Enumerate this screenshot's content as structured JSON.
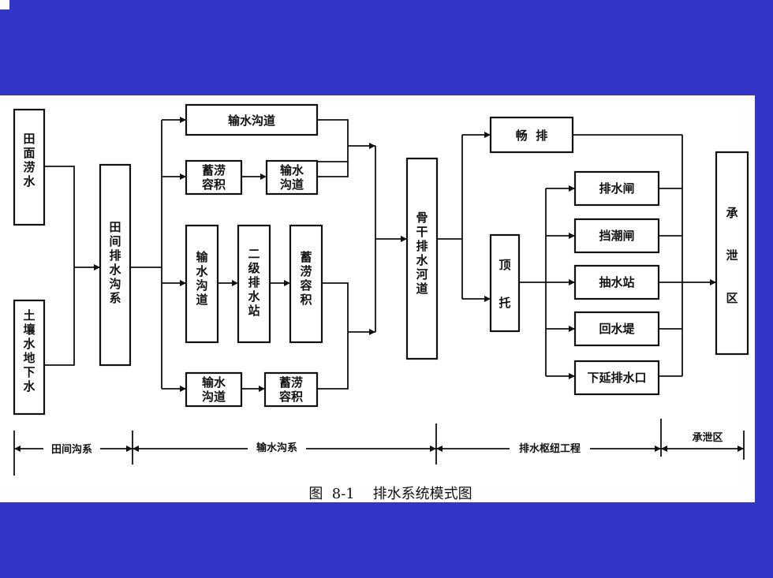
{
  "colors": {
    "background": "#3434c8",
    "panel": "#ffffff",
    "ink": "#111111"
  },
  "sources": {
    "field_water": "田面涝水",
    "soil_groundwater": "土壤水地下水"
  },
  "field_ditch": "田间排水沟系",
  "conveyance": {
    "top": "输水沟道",
    "row2_left": [
      "蓄涝",
      "容积"
    ],
    "row2_right": [
      "输水",
      "沟道"
    ],
    "mid_channel": "输水沟道",
    "mid_pump": "二级排水站",
    "mid_storage": "蓄涝容积",
    "bottom_left": [
      "输水",
      "沟道"
    ],
    "bottom_right": [
      "蓄涝",
      "容积"
    ]
  },
  "main_river": "骨干排水河道",
  "free_drain": "畅  排",
  "jacking": [
    "顶",
    "托"
  ],
  "hub": {
    "items": [
      "排水闸",
      "挡潮闸",
      "抽水站",
      "回水堤",
      "下延排水口"
    ]
  },
  "receiving": "承泄区",
  "stages": {
    "field": "田间沟系",
    "conveyance": "输水沟系",
    "hub": "排水枢纽工程",
    "receiving": "承泄区"
  },
  "caption": "图  8-1    排水系统模式图"
}
